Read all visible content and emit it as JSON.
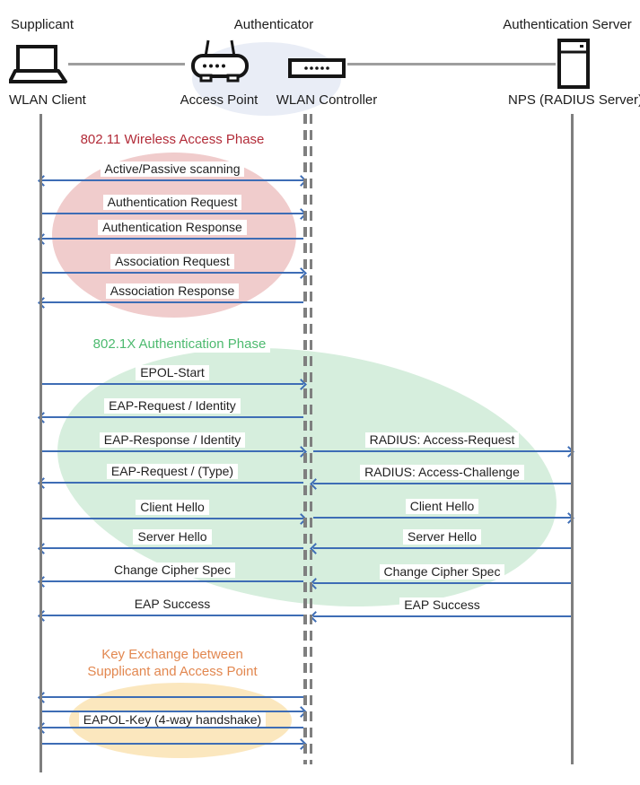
{
  "header": {
    "supplicant": "Supplicant",
    "authenticator": "Authenticator",
    "auth_server": "Authentication Server",
    "wlan_client": "WLAN Client",
    "access_point": "Access Point",
    "wlan_controller": "WLAN Controller",
    "nps": "NPS (RADIUS Server)"
  },
  "phases": {
    "p80211": {
      "title": "802.11 Wireless Access Phase",
      "color": "#B22B38"
    },
    "p8021x": {
      "title": "802.1X Authentication Phase",
      "color": "#4DBA6F"
    },
    "key_exchange": {
      "line1": "Key Exchange between",
      "line2": "Supplicant and Access Point",
      "color": "#E2874F"
    }
  },
  "messages": {
    "client_to_controller": [
      {
        "label": "Active/Passive scanning",
        "dir": "both"
      },
      {
        "label": "Authentication Request",
        "dir": "right"
      },
      {
        "label": "Authentication Response",
        "dir": "left"
      },
      {
        "label": "Association Request",
        "dir": "right"
      },
      {
        "label": "Association Response",
        "dir": "left"
      },
      {
        "label": "EPOL-Start",
        "dir": "right"
      },
      {
        "label": "EAP-Request / Identity",
        "dir": "left"
      },
      {
        "label": "EAP-Response / Identity",
        "dir": "right"
      },
      {
        "label": "EAP-Request / (Type)",
        "dir": "left"
      },
      {
        "label": "Client Hello",
        "dir": "right"
      },
      {
        "label": "Server Hello",
        "dir": "left"
      },
      {
        "label": "Change Cipher Spec",
        "dir": "left"
      },
      {
        "label": "EAP Success",
        "dir": "left"
      },
      {
        "label": "EAPOL-Key (4-way handshake)",
        "dir": "left"
      }
    ],
    "controller_to_server": [
      {
        "label": "RADIUS: Access-Request",
        "dir": "right"
      },
      {
        "label": "RADIUS: Access-Challenge",
        "dir": "left"
      },
      {
        "label": "Client Hello",
        "dir": "right"
      },
      {
        "label": "Server Hello",
        "dir": "left"
      },
      {
        "label": "Change Cipher Spec",
        "dir": "left"
      },
      {
        "label": "EAP Success",
        "dir": "left"
      }
    ],
    "unlabeled_key_exchange": [
      {
        "dir": "left"
      },
      {
        "dir": "right"
      },
      {
        "dir": "right"
      }
    ]
  },
  "colors": {
    "arrow": "#3E6DB5",
    "lifeline": "#7F7F7F",
    "ellipse_80211": "#F0CCCC",
    "ellipse_8021x": "#D6EEDD",
    "ellipse_key_exchange": "#FBE7BE",
    "authenticator_halo": "#E9EDF6"
  }
}
